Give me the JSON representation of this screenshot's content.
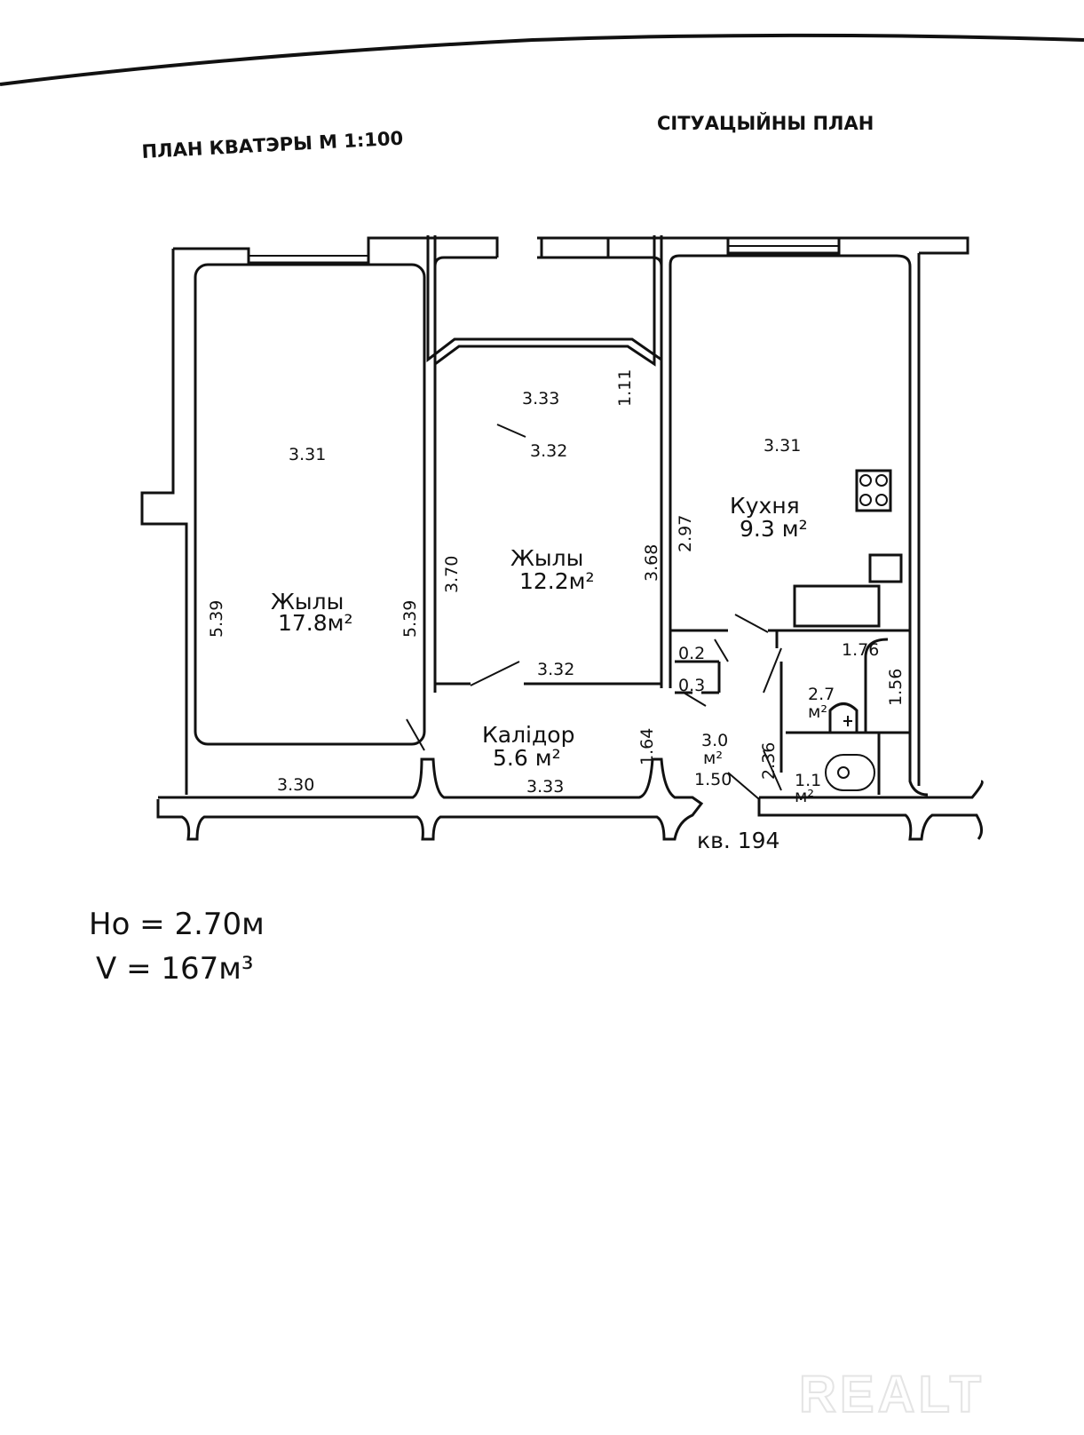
{
  "header": {
    "plan_title": "ПЛАН КВАТЭРЫ М  1:100",
    "situation_title": "СІТУАЦЫЙНЫ ПЛАН"
  },
  "rooms": [
    {
      "name": "Жылы",
      "area": "17.8м²"
    },
    {
      "name": "Жылы",
      "area": "12.2м²"
    },
    {
      "name": "Кухня",
      "area": "9.3 м²"
    },
    {
      "name": "Калідор",
      "area": "5.6 м²"
    },
    {
      "name": "",
      "area": "2.7",
      "unit": "м²"
    },
    {
      "name": "",
      "area": "3.0",
      "unit": "м²"
    },
    {
      "name": "",
      "area": "1.1",
      "unit": "м²"
    },
    {
      "name": "",
      "area": "0.2"
    },
    {
      "name": "",
      "area": "0.3"
    }
  ],
  "dimensions": {
    "room1_top": "3.31",
    "room1_left": "5.39",
    "room1_right": "5.39",
    "room1_bottom": "3.30",
    "room2_top": "3.32",
    "room2_left": "3.70",
    "room2_right": "3.68",
    "room2_bottom": "3.32",
    "balcony_length": "3.33",
    "balcony_depth": "1.11",
    "kitchen_top": "3.31",
    "kitchen_left": "2.97",
    "corridor_bottom": "3.33",
    "corridor_right": "1.64",
    "bath_top": "1.76",
    "bath_right": "1.56",
    "hall_left": "2.36",
    "hall_bottom": "1.50"
  },
  "apartment_label": "кв. 194",
  "footer": {
    "height": "Hо = 2.70м",
    "volume": "V = 167м³"
  },
  "watermark": "REALT"
}
